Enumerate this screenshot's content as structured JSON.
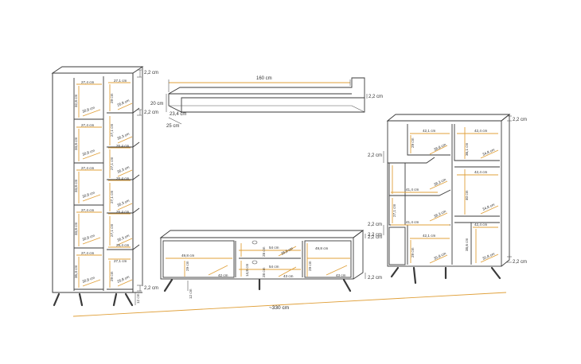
{
  "colors": {
    "line": "#3a3a3a",
    "dimension": "#e0a03a",
    "background": "#ffffff"
  },
  "overall": {
    "total_width": "~330 cm"
  },
  "shelf": {
    "length": "160 cm",
    "height": "20 cm",
    "depth": "25 cm",
    "inner_depth": "23,4 cm",
    "thickness": "2,2 cm"
  },
  "tall_unit": {
    "top_thickness": "2,2 cm",
    "mid_thickness": "2,2 cm",
    "bottom_thickness": "2,2 cm",
    "leg_height": "12 cm",
    "left_widths": [
      "27,4 cm",
      "27,4 cm",
      "27,4 cm",
      "27,4 cm",
      "27,4 cm"
    ],
    "left_heights": [
      "32,8 cm",
      "33,8 cm",
      "33,8 cm",
      "33,8 cm",
      "35,3 cm"
    ],
    "left_depths": [
      "30,8 cm",
      "30,8 cm",
      "30,8 cm",
      "30,8 cm",
      "30,8 cm"
    ],
    "right_widths": [
      "27,1 cm",
      "26,4 cm",
      "26,4 cm",
      "26,4 cm",
      "26,4 cm",
      "27,1 cm"
    ],
    "right_heights": [
      "29 cm",
      "27,1 cm",
      "27,1 cm",
      "27,1 cm",
      "27,1 cm",
      "29 cm"
    ],
    "right_depths": [
      "26,8 cm",
      "36,3 cm",
      "36,3 cm",
      "36,3 cm",
      "36,3 cm",
      "26,8 cm"
    ]
  },
  "tv_unit": {
    "left_width": "49,8 cm",
    "right_width": "49,8 cm",
    "mid_width_top": "54 cm",
    "mid_width_bottom": "54 cm",
    "height_left": "29 cm",
    "height_mid_top": "28 cm",
    "height_mid_bottom": "28 cm",
    "height_right": "29 cm",
    "depth_left": "42 cm",
    "depth_mid_top": "38,8 cm",
    "depth_mid_bottom": "43 cm",
    "depth_right": "43 cm",
    "mid_depth_side": "14,8 cm",
    "top_thickness": "2,2 cm",
    "bottom_thickness": "2,2 cm",
    "leg_height": "12 cm"
  },
  "bookcase": {
    "thicknesses": [
      "2,2 cm",
      "2,2 cm",
      "2,2 cm",
      "2,2 cm",
      "2,2 cm"
    ],
    "left_widths": [
      "42,1 cm",
      "41,4 cm",
      "41,4 cm",
      "42,1 cm"
    ],
    "left_heights": [
      "29 cm",
      "27,1 cm",
      "29 cm"
    ],
    "left_depths": [
      "38,8 cm",
      "38,3 cm",
      "38,3 cm",
      "35,8 cm"
    ],
    "right_widths": [
      "42,4 cm",
      "42,4 cm",
      "42,4 cm"
    ],
    "right_heights": [
      "36,1 cm",
      "40 cm",
      "38,6 cm"
    ],
    "right_depths": [
      "34,8 cm",
      "34,8 cm",
      "35,8 cm"
    ]
  }
}
